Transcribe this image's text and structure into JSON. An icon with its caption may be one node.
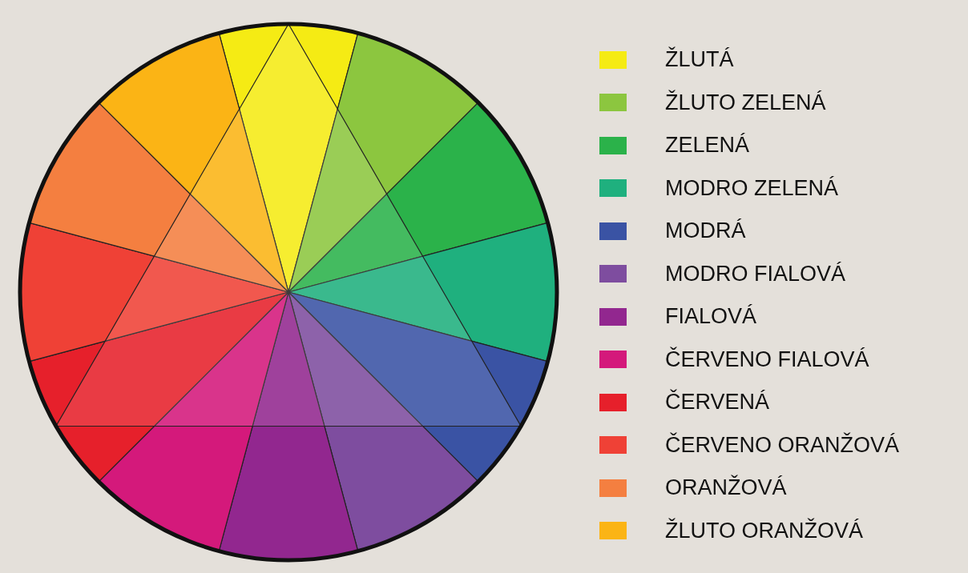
{
  "diagram": {
    "legend": [
      {
        "text": "ŽLUTÁ",
        "color": "#f5eb14"
      },
      {
        "text": "ŽLUTO ZELENÁ",
        "color": "#8cc63f"
      },
      {
        "text": "ZELENÁ",
        "color": "#2bb24a"
      },
      {
        "text": "MODRO ZELENÁ",
        "color": "#1fb07e"
      },
      {
        "text": "MODRÁ",
        "color": "#3a53a4"
      },
      {
        "text": "MODRO FIALOVÁ",
        "color": "#7e4d9f"
      },
      {
        "text": "FIALOVÁ",
        "color": "#92278f"
      },
      {
        "text": "ČERVENO FIALOVÁ",
        "color": "#d4197b"
      },
      {
        "text": "ČERVENÁ",
        "color": "#e6202b"
      },
      {
        "text": "ČERVENO ORANŽOVÁ",
        "color": "#ef4136"
      },
      {
        "text": "ORANŽOVÁ",
        "color": "#f47f40"
      },
      {
        "text": "ŽLUTO ORANŽOVÁ",
        "color": "#fbb415"
      }
    ]
  }
}
